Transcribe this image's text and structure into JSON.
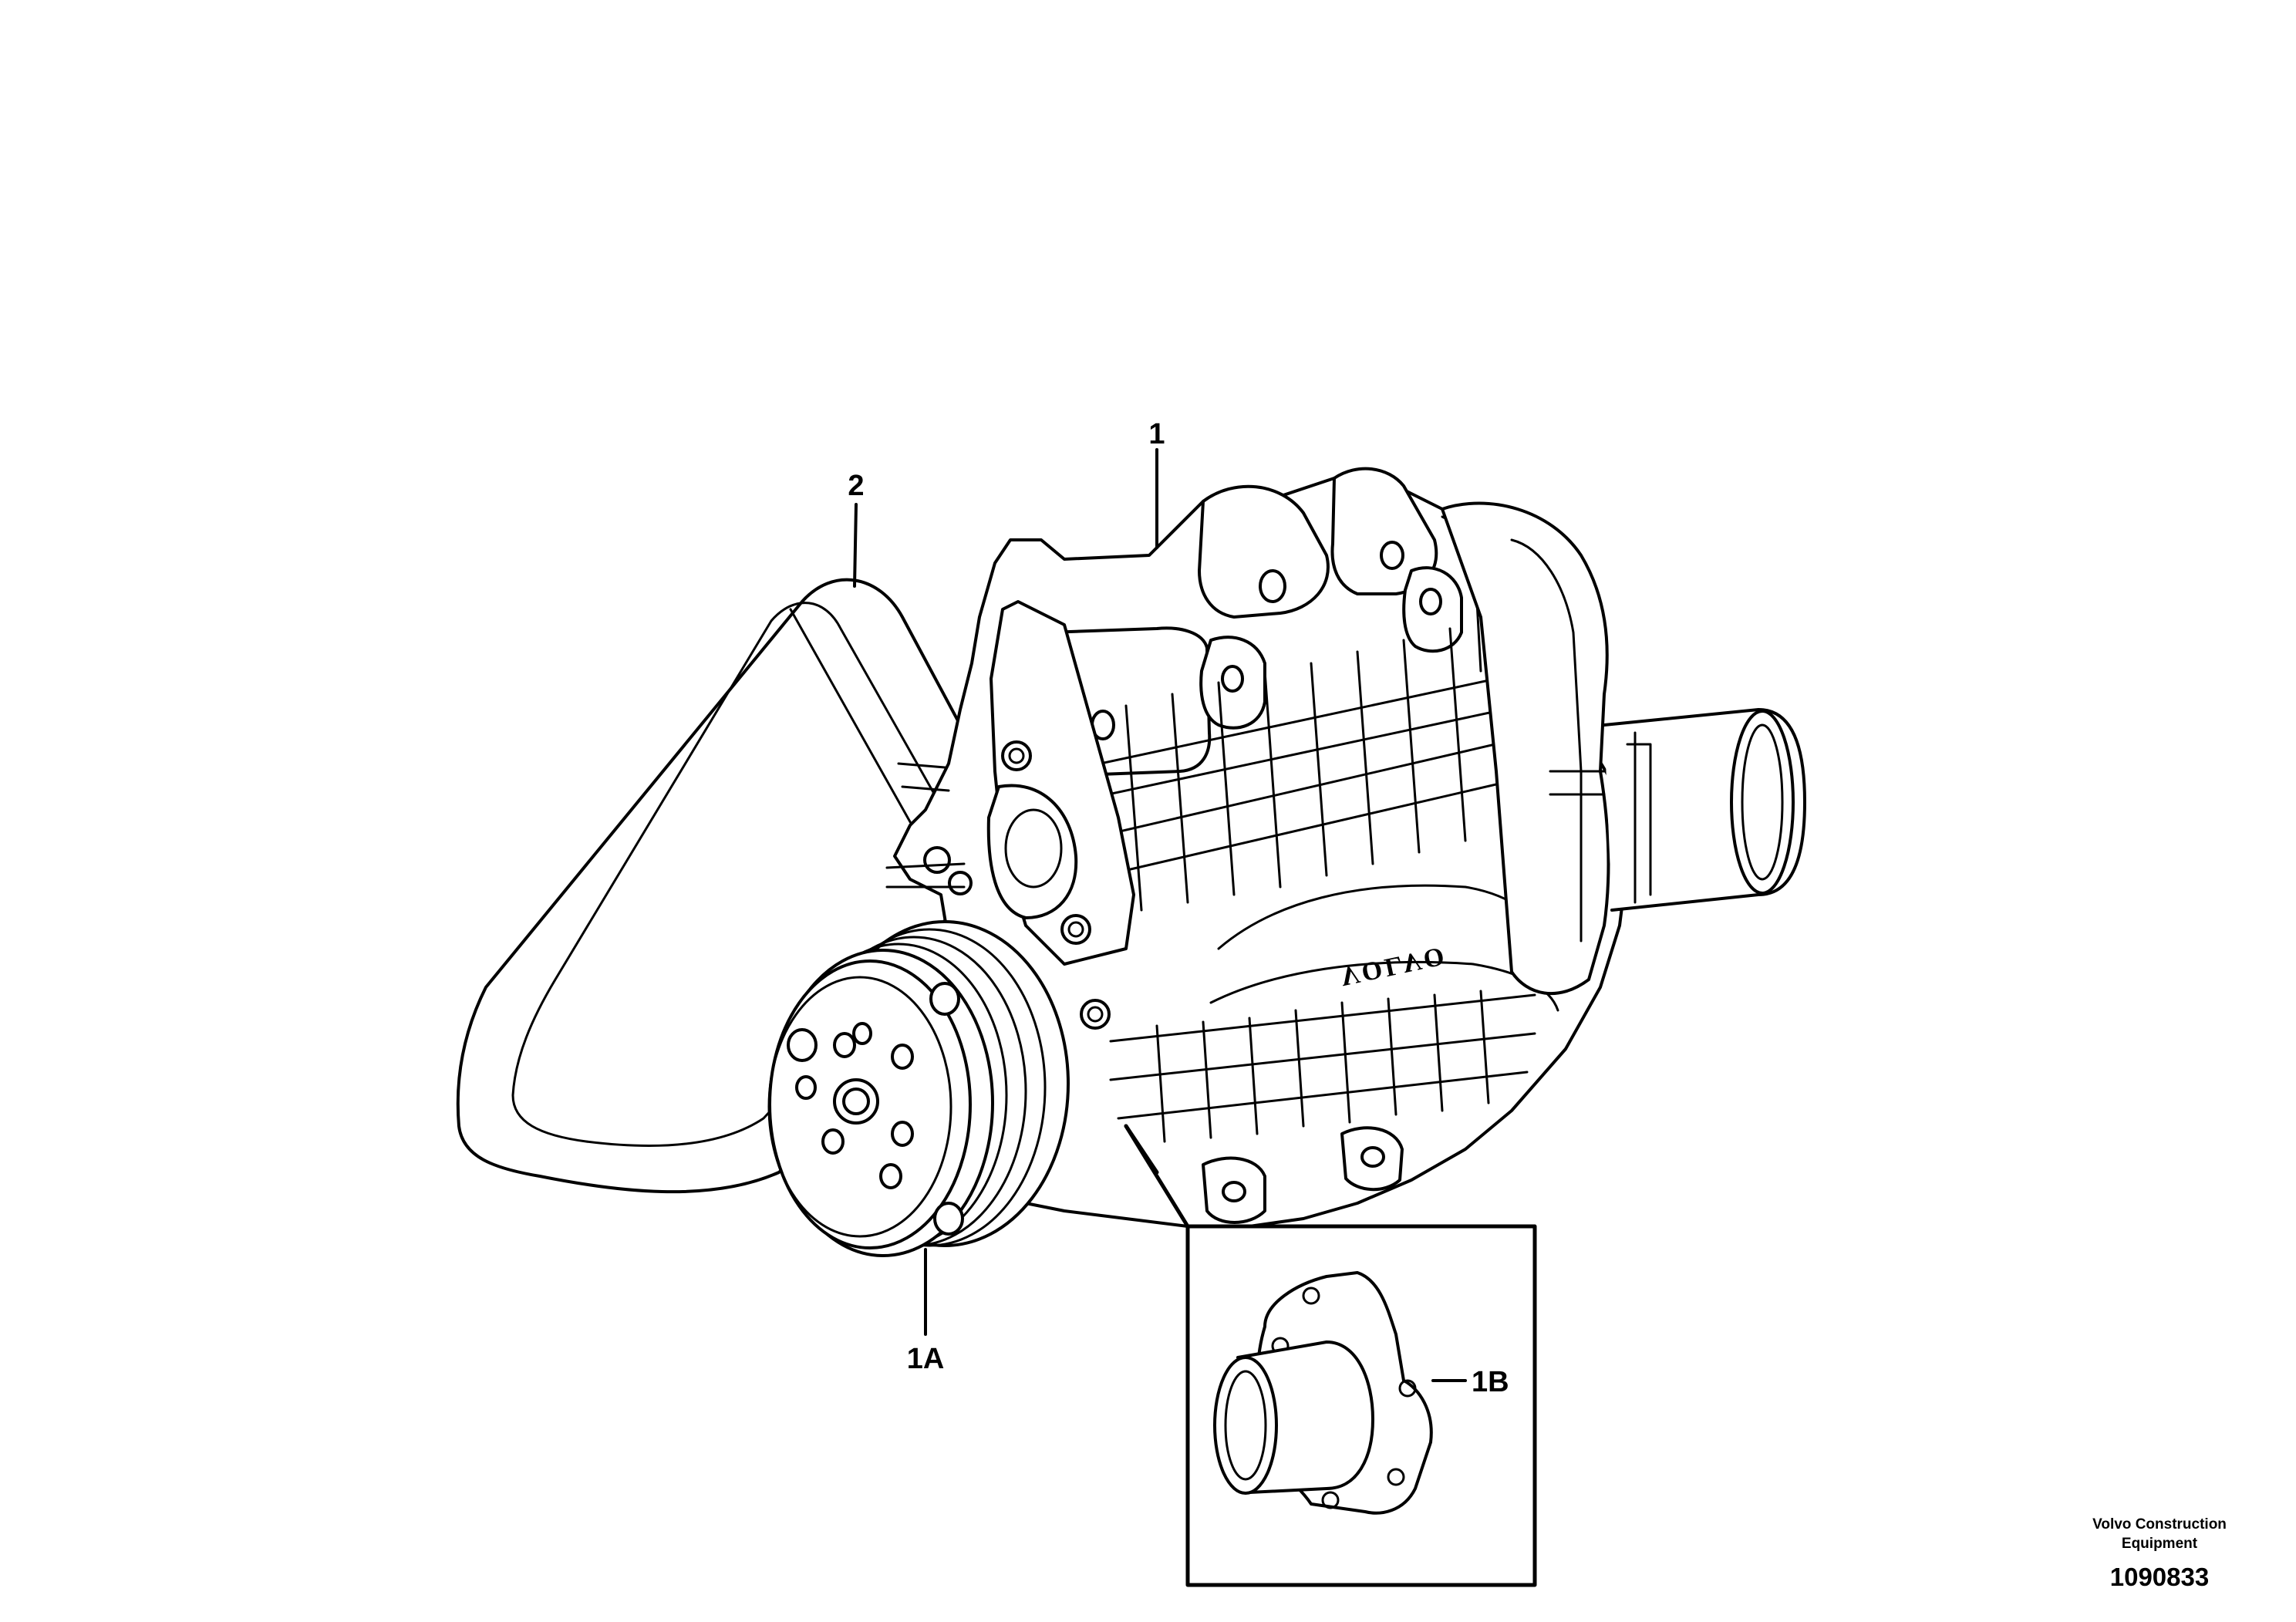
{
  "callouts": {
    "c1": "1",
    "c2": "2",
    "c1a": "1A",
    "c1b": "1B"
  },
  "casting_text": "VOLVO",
  "footer": {
    "brand_line1": "Volvo Construction",
    "brand_line2": "Equipment",
    "part_number": "1090833"
  }
}
